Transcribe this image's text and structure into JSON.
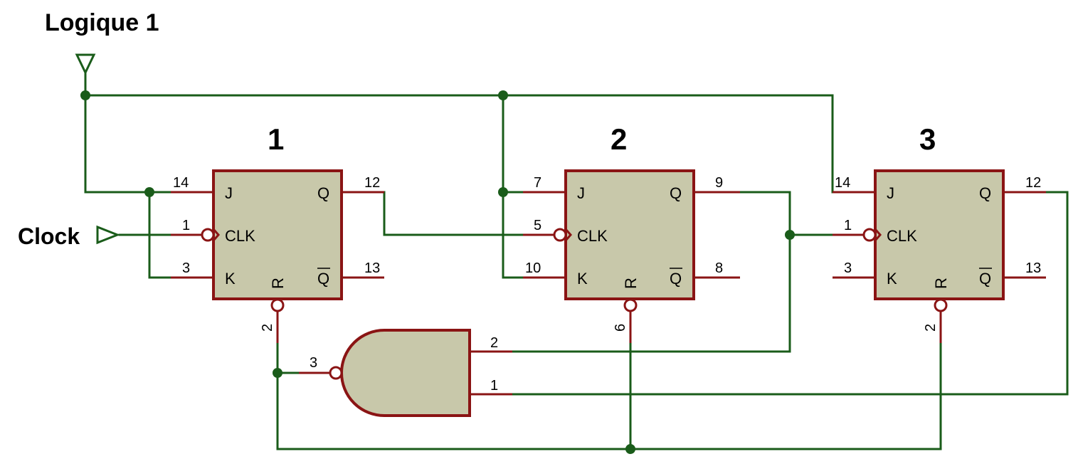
{
  "signals": {
    "logic_high": "Logique 1",
    "clock": "Clock"
  },
  "flip_flops": [
    {
      "title": "1",
      "pin_j": "J",
      "pin_clk": "CLK",
      "pin_k": "K",
      "pin_q": "Q",
      "pin_qbar": "Q",
      "pin_r": "R",
      "num_j": "14",
      "num_clk": "1",
      "num_k": "3",
      "num_q": "12",
      "num_qbar": "13",
      "num_r": "2"
    },
    {
      "title": "2",
      "pin_j": "J",
      "pin_clk": "CLK",
      "pin_k": "K",
      "pin_q": "Q",
      "pin_qbar": "Q",
      "pin_r": "R",
      "num_j": "7",
      "num_clk": "5",
      "num_k": "10",
      "num_q": "9",
      "num_qbar": "8",
      "num_r": "6"
    },
    {
      "title": "3",
      "pin_j": "J",
      "pin_clk": "CLK",
      "pin_k": "K",
      "pin_q": "Q",
      "pin_qbar": "Q",
      "pin_r": "R",
      "num_j": "14",
      "num_clk": "1",
      "num_k": "3",
      "num_q": "12",
      "num_qbar": "13",
      "num_r": "2"
    }
  ],
  "nand_gate": {
    "num_in_top": "2",
    "num_in_bottom": "1",
    "num_out": "3"
  },
  "colors": {
    "wire": "#1a5c1a",
    "pin": "#8a1414",
    "component_fill": "#c8c8aa"
  }
}
